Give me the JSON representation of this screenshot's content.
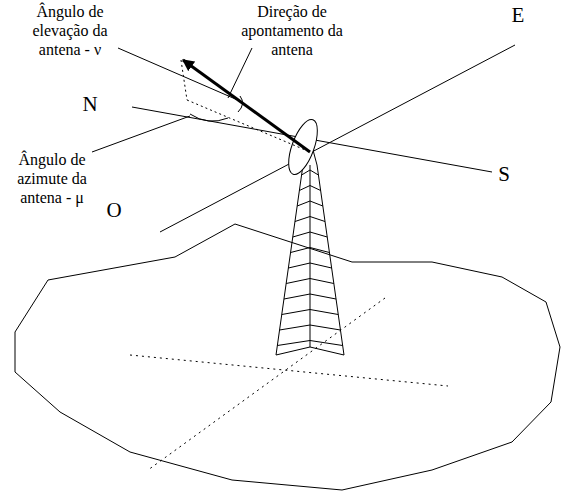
{
  "diagram": {
    "labels": [
      "Ângulo de elevação da antena - ν",
      "Direção de apontamento da antena",
      "E",
      "N",
      "S",
      "O",
      "Ângulo de azimute da antena - μ"
    ]
  }
}
